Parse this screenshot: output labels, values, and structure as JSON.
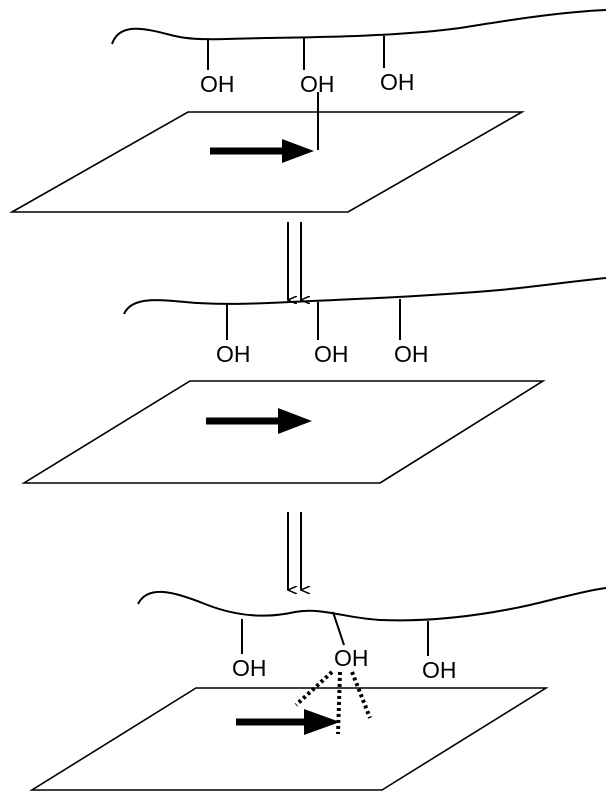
{
  "panels": [
    {
      "stage": "top",
      "groups": [
        "OH",
        "OH",
        "OH"
      ]
    },
    {
      "stage": "middle",
      "groups": [
        "OH",
        "OH",
        "OH"
      ]
    },
    {
      "stage": "bottom",
      "groups": [
        "OH",
        "OH",
        "OH"
      ]
    }
  ],
  "colors": {
    "stroke": "#000000",
    "background": "#ffffff"
  }
}
